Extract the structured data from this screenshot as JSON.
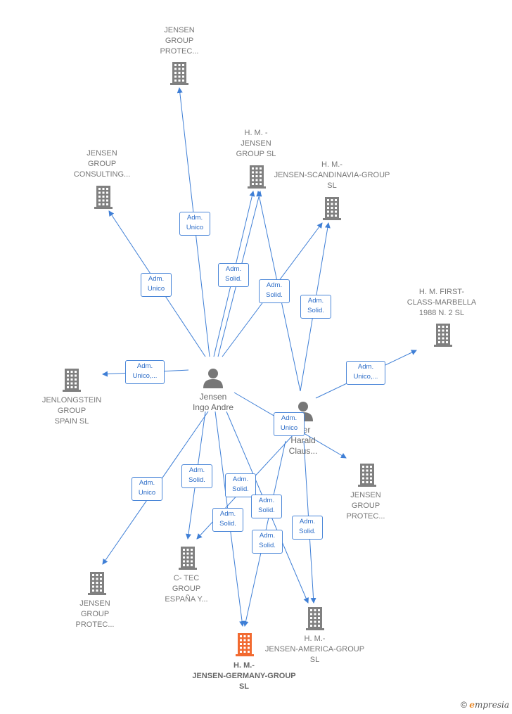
{
  "colors": {
    "edge": "#3f7fd6",
    "building": "#808080",
    "building_main": "#f26a30",
    "person": "#777777"
  },
  "people": [
    {
      "id": "p1",
      "label": "Jensen\nIngo Andre"
    },
    {
      "id": "p2",
      "label": "...er\nHarald\nClaus..."
    }
  ],
  "companies": [
    {
      "id": "c1",
      "label": "JENSEN\nGROUP\nPROTEC..."
    },
    {
      "id": "c2",
      "label": "JENSEN\nGROUP\nCONSULTING..."
    },
    {
      "id": "c3",
      "label": "H. M. -\nJENSEN\nGROUP  SL"
    },
    {
      "id": "c4",
      "label": "H. M.-\nJENSEN-SCANDINAVIA-GROUP\nSL"
    },
    {
      "id": "c5",
      "label": "H. M. FIRST-\nCLASS-MARBELLA\n1988 N. 2  SL"
    },
    {
      "id": "c6",
      "label": "JENLONGSTEIN\nGROUP\nSPAIN  SL"
    },
    {
      "id": "c7",
      "label": "JENSEN\nGROUP\nPROTEC..."
    },
    {
      "id": "c8",
      "label": "JENSEN\nGROUP\nPROTEC..."
    },
    {
      "id": "c9",
      "label": "C- TEC\nGROUP\nESPAÑA Y..."
    },
    {
      "id": "c10",
      "label": "H. M.-\nJENSEN-AMERICA-GROUP\nSL"
    },
    {
      "id": "c11",
      "label": "H. M.-\nJENSEN-GERMANY-GROUP\nSL",
      "main": true
    }
  ],
  "edge_labels": [
    "Adm.\nUnico",
    "Adm.\nUnico",
    "Adm.\nSolid.",
    "Adm.\nSolid.",
    "Adm.\nSolid.",
    "Adm.\nUnico,...",
    "Adm.\nUnico,...",
    "Adm.\nUnico",
    "Adm.\nUnico",
    "Adm.\nSolid.",
    "Adm.\nSolid.",
    "Adm.\nSolid.",
    "Adm.\nSolid.",
    "Adm.\nSolid.",
    "Adm.\nSolid."
  ],
  "footer": {
    "copyright": "©",
    "brand_first": "e",
    "brand_rest": "mpresia"
  }
}
